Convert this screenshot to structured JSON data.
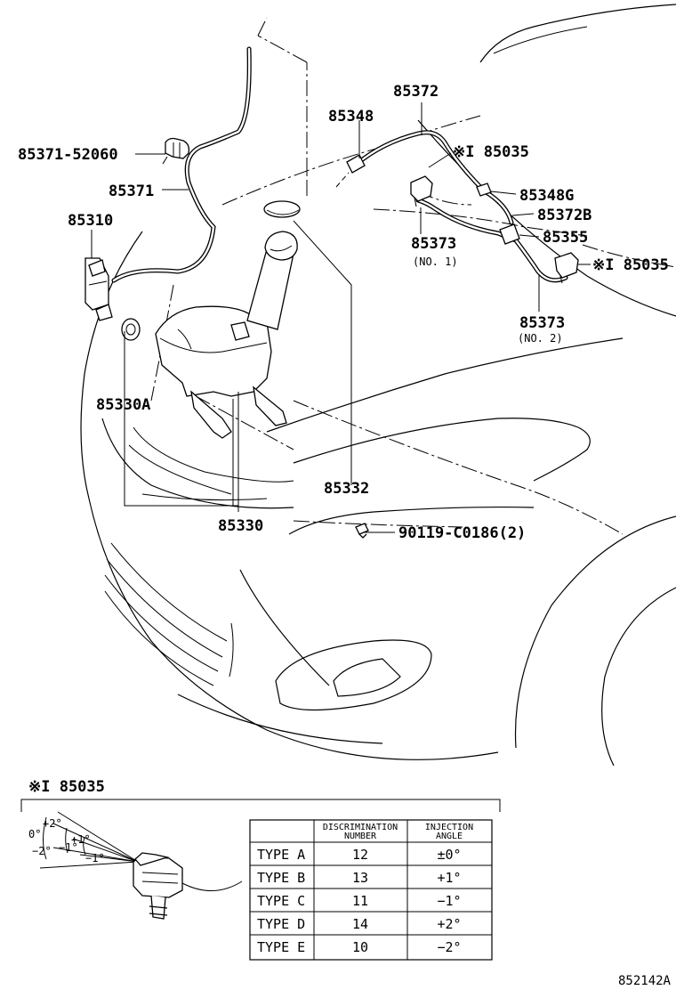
{
  "callouts": {
    "p85371_52060": "85371-52060",
    "p85371": "85371",
    "p85310": "85310",
    "p85330A": "85330A",
    "p85330": "85330",
    "p85332": "85332",
    "p90119": "90119-C0186(2)",
    "p85348": "85348",
    "p85372": "85372",
    "p85035_top": "※I 85035",
    "p85348G": "85348G",
    "p85372B": "85372B",
    "p85373_1": "85373",
    "p85373_1_sub": "(NO. 1)",
    "p85355": "85355",
    "p85035_right": "※I 85035",
    "p85373_2": "85373",
    "p85373_2_sub": "(NO. 2)"
  },
  "detail": {
    "title": "※I 85035",
    "angles": [
      "0°",
      "+2°",
      "+1°",
      "−2°",
      "−1°",
      "−1°"
    ]
  },
  "table": {
    "headers": [
      [
        "DISCRIMINATION",
        "NUMBER"
      ],
      [
        "INJECTION",
        "ANGLE"
      ]
    ],
    "rows": [
      {
        "type": "TYPE A",
        "number": "12",
        "angle": "±0°"
      },
      {
        "type": "TYPE B",
        "number": "13",
        "angle": "+1°"
      },
      {
        "type": "TYPE C",
        "number": "11",
        "angle": "−1°"
      },
      {
        "type": "TYPE D",
        "number": "14",
        "angle": "+2°"
      },
      {
        "type": "TYPE E",
        "number": "10",
        "angle": "−2°"
      }
    ]
  },
  "figure_code": "852142A"
}
